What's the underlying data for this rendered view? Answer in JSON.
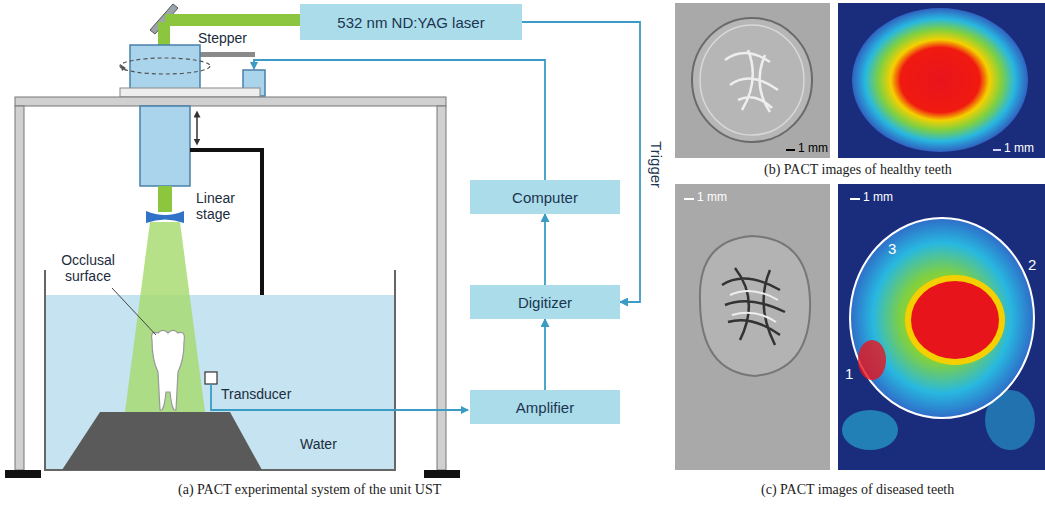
{
  "diagram": {
    "nodes": [
      {
        "text": [
          "532 nm ND:YAG laser"
        ]
      },
      {
        "text": [
          "Computer"
        ]
      },
      {
        "text": [
          "Digitizer"
        ]
      },
      {
        "text": [
          "Amplifier"
        ]
      }
    ],
    "edges": [
      {
        "from": 3,
        "to": 2,
        "arrow": "to"
      },
      {
        "from": 2,
        "to": 1,
        "arrow": "to"
      },
      {
        "from": 0,
        "to": 2,
        "arrow": "to",
        "label": "Trigger"
      }
    ],
    "labels": [
      "Stepper",
      "Linear stage",
      "Occlusal surface",
      "Transducer",
      "Water",
      "(a) PACT experimental system of the unit UST",
      "1 mm",
      "1 mm",
      "(b) PACT images of healthy teeth",
      "1 mm",
      "1 mm",
      "1",
      "2",
      "3",
      "(c) PACT images of diseased teeth"
    ]
  }
}
